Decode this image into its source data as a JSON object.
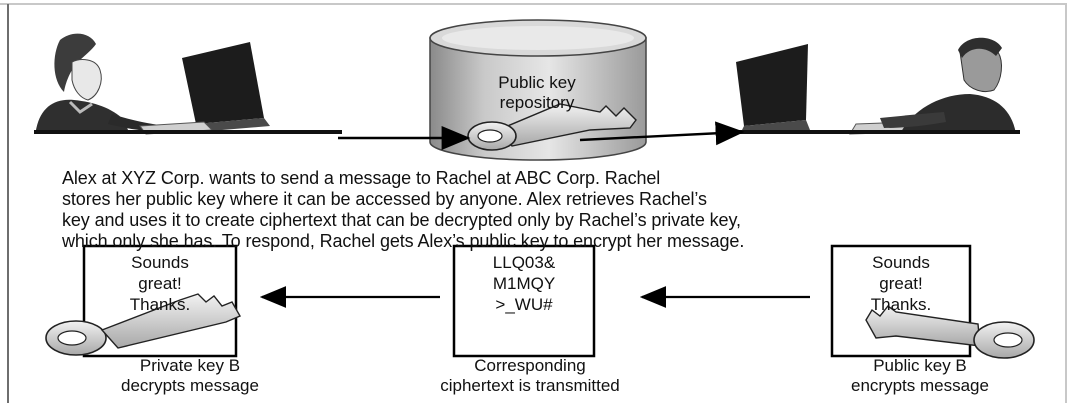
{
  "repository": {
    "label_line1": "Public key",
    "label_line2": "repository"
  },
  "description": {
    "line1": "Alex at XYZ Corp. wants to send a message to Rachel at ABC Corp. Rachel",
    "line2": "stores her public key where it can be accessed by anyone. Alex retrieves Rachel’s",
    "line3": "key and uses it to create ciphertext that can be decrypted only by Rachel’s private key,",
    "line4": "which only she has. To respond, Rachel gets Alex’s public key to encrypt her message."
  },
  "messages": {
    "left": {
      "line1": "Sounds",
      "line2": "great!",
      "line3": "Thanks."
    },
    "middle": {
      "line1": "LLQ03&",
      "line2": "M1MQY",
      "line3": ">_WU#"
    },
    "right": {
      "line1": "Sounds",
      "line2": "great!",
      "line3": "Thanks."
    }
  },
  "captions": {
    "left": {
      "line1": "Private key B",
      "line2": "decrypts message"
    },
    "middle": {
      "line1": "Corresponding",
      "line2": "ciphertext is transmitted"
    },
    "right": {
      "line1": "Public key B",
      "line2": "encrypts message"
    }
  }
}
